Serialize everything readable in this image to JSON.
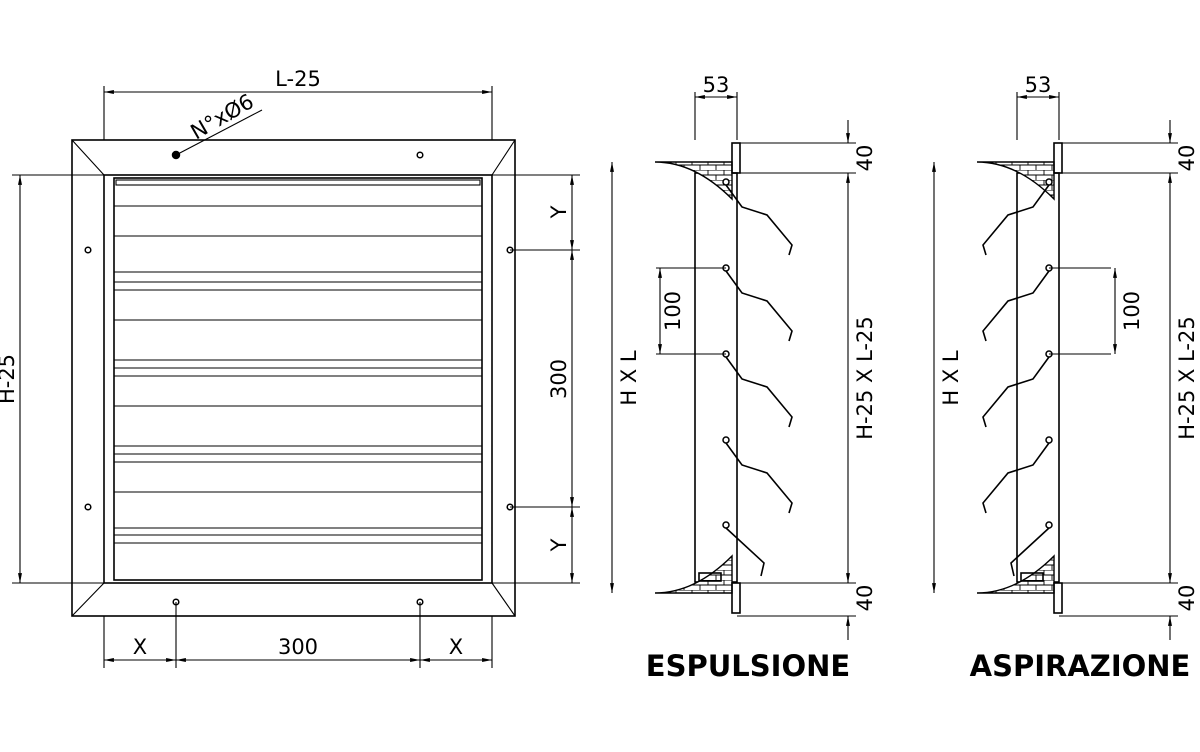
{
  "front_view": {
    "width_label": "L-25",
    "height_label": "H-25",
    "holes_label": "N°xØ6",
    "right_dims": [
      "Y",
      "300",
      "Y"
    ],
    "bottom_dims": [
      "X",
      "300",
      "X"
    ]
  },
  "side_views": [
    {
      "title": "ESPULSIONE",
      "depth_label": "53",
      "top_label": "40",
      "bottom_label": "40",
      "pitch_label": "100",
      "outer_label": "H X L",
      "inner_label": "H-25 X L-25"
    },
    {
      "title": "ASPIRAZIONE",
      "depth_label": "53",
      "top_label": "40",
      "bottom_label": "40",
      "pitch_label": "100",
      "outer_label": "H X L",
      "inner_label": "H-25 X L-25"
    }
  ]
}
